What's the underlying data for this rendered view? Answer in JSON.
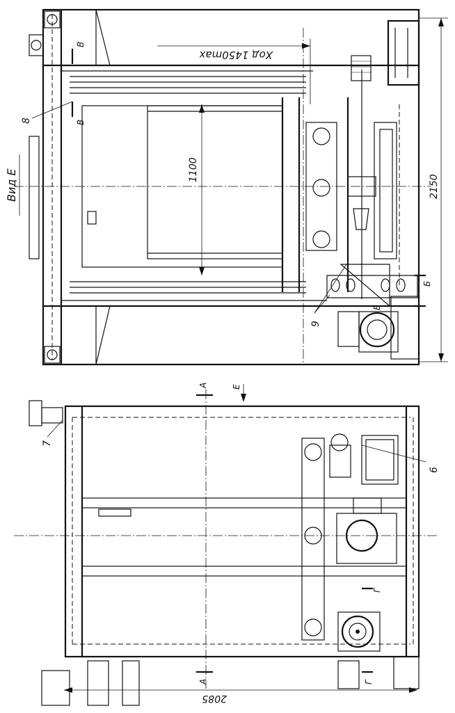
{
  "labels": {
    "view_e": "Вид Е",
    "stroke": "Ход 1450max",
    "dim_height": "1100",
    "dim_width_top": "2150",
    "dim_width_bottom": "2085",
    "callout_8": "8",
    "callout_9": "9",
    "callout_7": "7",
    "callout_6": "6",
    "section_v": "В",
    "section_b": "Б",
    "section_a": "А",
    "section_e": "Е",
    "section_g": "Г"
  }
}
